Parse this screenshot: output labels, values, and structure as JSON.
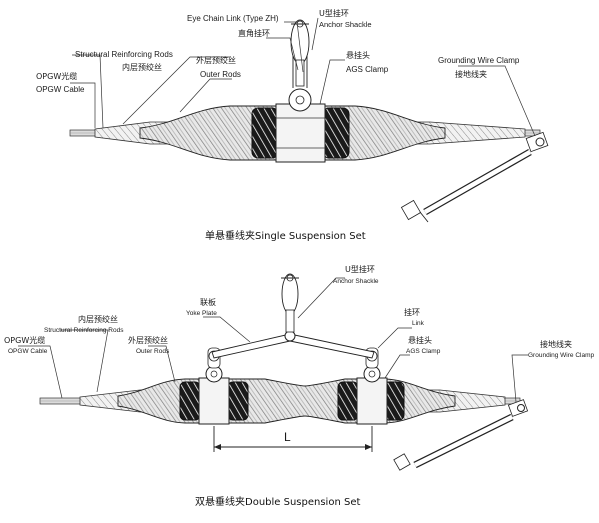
{
  "single": {
    "eye_chain_link": "Eye Chain Link (Type ZH)",
    "u_ring_cn": "U型挂环",
    "anchor_shackle": "Anchor Shackle",
    "right_angle_ring_cn": "直角挂环",
    "structural_rods": "Structural Reinforcing Rods",
    "inner_rods_cn": "内层预绞丝",
    "outer_rods_cn": "外层预绞丝",
    "outer_rods": "Outer Rods",
    "hanger_cn": "悬挂头",
    "ags_clamp": "AGS Clamp",
    "opgw_cn": "OPGW光缆",
    "opgw_cable": "OPGW Cable",
    "grounding_clamp": "Grounding Wire Clamp",
    "grounding_clamp_cn": "接地线夹",
    "caption": "单悬垂线夹Single Suspension Set"
  },
  "double": {
    "u_ring_cn": "U型挂环",
    "anchor_shackle": "Anchor Shackle",
    "yoke_cn": "联板",
    "yoke_plate": "Yoke Plate",
    "inner_rods_cn": "内层预绞丝",
    "structural_rods": "Structural Reinforcing Rods",
    "link_cn": "挂环",
    "link": "Link",
    "opgw_cn": "OPGW光缆",
    "opgw_cable": "OPGW Cable",
    "outer_rods_cn": "外层预绞丝",
    "outer_rods": "Outer Rods",
    "hanger_cn": "悬挂头",
    "ags_clamp": "AGS Clamp",
    "grounding_clamp_cn": "接地线夹",
    "grounding_clamp": "Grounding Wire Clamp",
    "dimension": "L",
    "caption": "双悬垂线夹Double Suspension Set"
  }
}
